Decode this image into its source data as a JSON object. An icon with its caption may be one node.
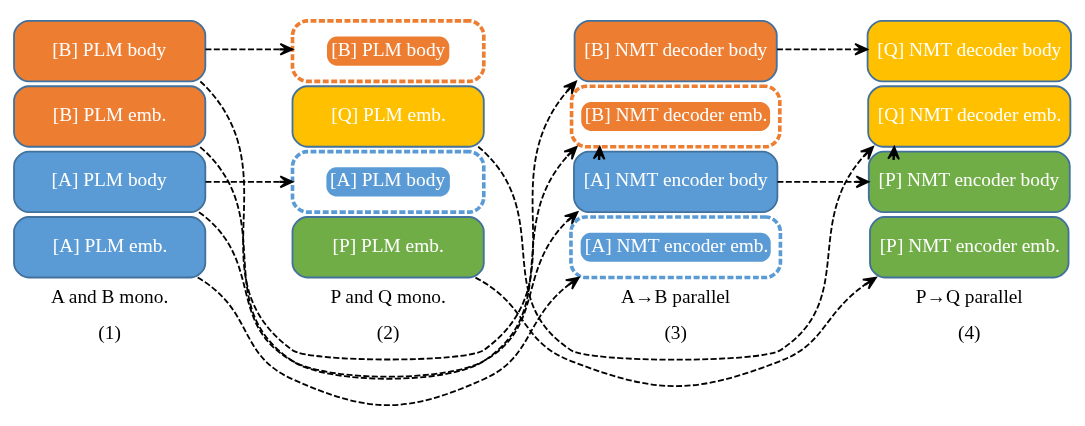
{
  "diagram": {
    "nodes": [
      {
        "text": [
          "[B] PLM body"
        ]
      },
      {
        "text": [
          "[B] PLM emb."
        ]
      },
      {
        "text": [
          "[A] PLM body"
        ]
      },
      {
        "text": [
          "[A] PLM emb."
        ]
      },
      {
        "text": [
          "[B] PLM body"
        ]
      },
      {
        "text": [
          "[Q] PLM emb."
        ]
      },
      {
        "text": [
          "[A] PLM body"
        ]
      },
      {
        "text": [
          "[P] PLM emb."
        ]
      },
      {
        "text": [
          "[B] NMT decoder body"
        ]
      },
      {
        "text": [
          "[B] NMT decoder emb."
        ]
      },
      {
        "text": [
          "[A] NMT encoder body"
        ]
      },
      {
        "text": [
          "[A] NMT encoder emb."
        ]
      },
      {
        "text": [
          "[Q] NMT decoder body"
        ]
      },
      {
        "text": [
          "[Q] NMT decoder emb."
        ]
      },
      {
        "text": [
          "[P] NMT encoder body"
        ]
      },
      {
        "text": [
          "[P] NMT encoder emb."
        ]
      }
    ],
    "edges": [
      {
        "from": 0,
        "to": 4,
        "arrow": "to",
        "style": "dashed"
      },
      {
        "from": 0,
        "to": 8,
        "arrow": "to",
        "style": "dashed"
      },
      {
        "from": 1,
        "to": 9,
        "arrow": "to",
        "style": "dashed"
      },
      {
        "from": 5,
        "to": 13,
        "arrow": "to",
        "style": "dashed"
      },
      {
        "from": 8,
        "to": 12,
        "arrow": "to",
        "style": "dashed"
      },
      {
        "from": 10,
        "to": 9,
        "arrow": "to"
      },
      {
        "from": 14,
        "to": 13,
        "arrow": "to"
      },
      {
        "from": 2,
        "to": 6,
        "arrow": "to",
        "style": "dashed"
      },
      {
        "from": 2,
        "to": 10,
        "arrow": "to",
        "style": "dashed"
      },
      {
        "from": 3,
        "to": 11,
        "arrow": "to",
        "style": "dashed"
      },
      {
        "from": 7,
        "to": 15,
        "arrow": "to",
        "style": "dashed"
      },
      {
        "from": 10,
        "to": 14,
        "arrow": "to",
        "style": "dashed"
      }
    ],
    "labels": [
      "A and B mono.",
      "(1)",
      "P and Q mono.",
      "(2)",
      "A→B parallel",
      "(3)",
      "P→Q parallel",
      "(4)"
    ]
  }
}
